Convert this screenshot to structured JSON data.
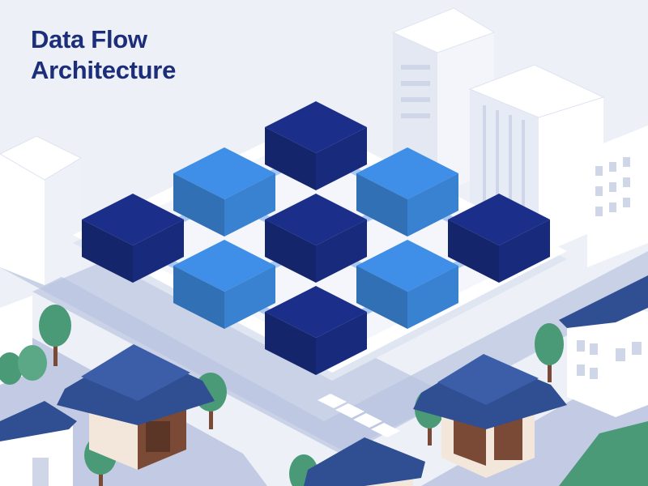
{
  "title": {
    "line1": "Data Flow",
    "line2": "Architecture"
  },
  "colors": {
    "background": "#edf0f7",
    "title": "#1c2e7a",
    "block_dark": "#1b2f8a",
    "block_light": "#3f8fe8",
    "connector": "#a9c8f2",
    "platform": "#ffffff",
    "road": "#b9c4df",
    "building": "#ffffff",
    "roof": "#2f4f92",
    "tree": "#4a9a78",
    "wood": "#7a4a36"
  },
  "grid": {
    "rows": 3,
    "cols": 3,
    "cells": [
      {
        "tone": "dark"
      },
      {
        "tone": "light"
      },
      {
        "tone": "dark"
      },
      {
        "tone": "light"
      },
      {
        "tone": "dark"
      },
      {
        "tone": "light"
      },
      {
        "tone": "dark"
      },
      {
        "tone": "light"
      },
      {
        "tone": "dark"
      }
    ]
  }
}
